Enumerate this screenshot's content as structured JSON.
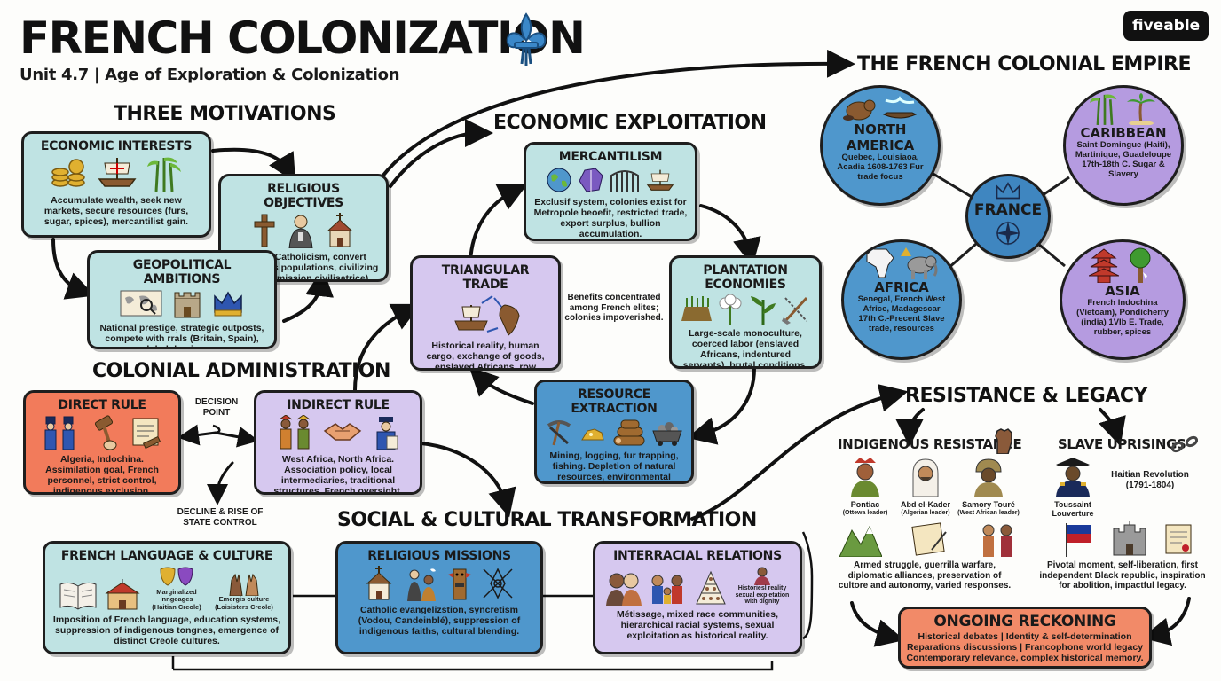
{
  "header": {
    "title": "FRENCH COLONIZATION",
    "subtitle": "Unit 4.7 | Age of Exploration & Colonization",
    "brand": "fiveable",
    "title_icon": "fleur-de-lis-icon"
  },
  "colors": {
    "teal": "#bfe3e3",
    "lavender": "#d6c8ef",
    "blue": "#4f97cc",
    "coral": "#f27b5b",
    "ink": "#1e1e1e"
  },
  "three_motivations": {
    "heading": "THREE MOTIVATIONS",
    "economic": {
      "title": "ECONOMIC INTERESTS",
      "text": "Accumulate wealth, seek new markets, secure resources (furs, sugar, spices), mercantilist gain.",
      "icons": [
        "coins-icon",
        "ship-icon",
        "sugarcane-icon"
      ]
    },
    "religious": {
      "title": "RELIGIOUS OBJECTIVES",
      "text": "Spread Catholicism, convert indigenous populations, civilizing mission (mission civilisatrice).",
      "icons": [
        "cross-icon",
        "priest-icon",
        "church-icon"
      ]
    },
    "geopolitical": {
      "title": "GEOPOLITICAL AMBITIONS",
      "text": "National prestige, strategic outposts, compete with rrals (Britain, Spain), global dominance.",
      "icons": [
        "world-map-icon",
        "castle-icon",
        "crown-icon"
      ]
    }
  },
  "colonial_administration": {
    "heading": "COLONIAL ADMINISTRATION",
    "direct": {
      "title": "DIRECT RULE",
      "text": "Algeria, Indochina. Assimilation goal, French personnel, strict control, indigenous exclusion.",
      "icons": [
        "soldiers-icon",
        "gavel-hand-icon",
        "decree-scroll-icon"
      ]
    },
    "decision_point": "DECISION POINT",
    "indirect": {
      "title": "INDIRECT RULE",
      "text": "West Africa, North Africa. Association policy, local intermediaries, traditional structures, French oversight.",
      "icons": [
        "chiefs-icon",
        "handshake-icon",
        "official-icon"
      ]
    },
    "decline_note": "DECLINE & RISE OF STATE CONTROL"
  },
  "economic_exploitation": {
    "heading": "ECONOMIC EXPLOITATION",
    "mercantilism": {
      "title": "MERCANTILISM",
      "text": "Exclusif system, colonies exist for Metropole beoefit, restricted trade, export surplus, bullion accumulation.",
      "icons": [
        "globe-icon",
        "france-map-icon",
        "gate-icon",
        "ship-icon"
      ]
    },
    "triangular": {
      "title": "TRIANGULAR TRADE",
      "text": "Historical reality, human cargo, exchange of goods, enslaved Africans, row materials, manufactured products.",
      "icons": [
        "trade-triangle-icon"
      ]
    },
    "benefits_note": "Benefits concentrated among French elites; colonies impoverished.",
    "plantation": {
      "title": "PLANTATION ECONOMIES",
      "text": "Large-scale monoculture, coerced labor (enslaved Africans, indentured servants), brutal conditions, immense wealth generation.",
      "icons": [
        "field-icon",
        "cotton-icon",
        "plant-icon",
        "tools-icon"
      ]
    },
    "resource": {
      "title": "RESOURCE EXTRACTION",
      "text": "Mining, logging, fur trapping, fishing. Depletion of natural resources, environmental damage, raw material export.",
      "icons": [
        "pickaxe-icon",
        "gold-icon",
        "logs-icon",
        "mine-cart-icon"
      ]
    }
  },
  "social_cultural": {
    "heading": "SOCIAL & CULTURAL TRANSFORMATION",
    "language": {
      "title": "FRENCH LANGUAGE & CULTURE",
      "text": "Imposition of French language, education systems, suppression of indigenous tongnes, emergence of distinct Creole cultures.",
      "icons": [
        "book-icon",
        "school-icon",
        "masks-icon",
        "hands-icon"
      ],
      "note1": "Marginalized lnngeages (Haitian Creole)",
      "note2": "Emergis culture (Loisisters Creole)"
    },
    "missions": {
      "title": "RELIGIOUS MISSIONS",
      "text": "Catholic evangelizstion, syncretism (Vodou, Candeinblé), suppression of indigenous faiths, cultural blending.",
      "icons": [
        "church-icon",
        "prayer-icon",
        "totem-icon",
        "veve-icon"
      ]
    },
    "interracial": {
      "title": "INTERRACIAL RELATIONS",
      "text": "Métissage, mixed race communities, hierarchical racial systems, sexual exploitation as historical reality.",
      "icons": [
        "couple-icon",
        "family-icon",
        "hierarchy-icon",
        "woman-icon"
      ],
      "note": "Historiesl reality sexual expletation with dignity"
    }
  },
  "empire": {
    "heading": "THE FRENCH COLONIAL EMPIRE",
    "center": "FRANCE",
    "north_america": {
      "title": "NORTH AMERICA",
      "text": "Quebec, Louisiaoa, Acadia 1608-1763 Fur trade focus",
      "icons": [
        "beaver-icon",
        "canoe-icon"
      ]
    },
    "caribbean": {
      "title": "CARIBBEAN",
      "text": "Saint-Domingue (Haiti), Martinique, Guadeloupe 17th-18th C. Sugar & Slavery",
      "icons": [
        "sugarcane-icon",
        "palm-icon"
      ]
    },
    "africa": {
      "title": "AFRICA",
      "text": "Senegal, French West Africe, Madagescar 17th C.-Precent Slave trade, resources",
      "icons": [
        "africa-map-icon",
        "elephant-icon"
      ]
    },
    "asia": {
      "title": "ASIA",
      "text": "French Indochina (Vietoam), Pondicherry (india) 1VIb E. Trade, rubber, spices",
      "icons": [
        "pagoda-icon",
        "rubber-tree-icon"
      ]
    }
  },
  "resistance": {
    "heading": "RESISTANCE & LEGACY",
    "indigenous": {
      "title": "INDIGENOUS RESISTANCE",
      "leaders": [
        {
          "name": "Pontiac",
          "role": "(Ottewa leader)"
        },
        {
          "name": "Abd el-Kader",
          "role": "(Algerian leader)"
        },
        {
          "name": "Samory Touré",
          "role": "(West African leader)"
        }
      ],
      "text": "Armed struggle, guerrilla warfare, diplomatic alliances, preservation of cultore and autonomy, varied responses."
    },
    "slave": {
      "title": "SLAVE UPRISINGS",
      "leader": "Toussaint Louverture",
      "event": "Haitian Revolution (1791-1804)",
      "text": "Pivotal moment, self-liberation, first independent Black republic, inspiration for abolition, impactful legacy."
    },
    "reckoning": {
      "title": "ONGOING RECKONING",
      "lines": [
        "Historical debates | Identity & self-determination",
        "Reparations discussions | Francophone world legacy",
        "Contemporary relevance, complex historical memory."
      ]
    }
  }
}
